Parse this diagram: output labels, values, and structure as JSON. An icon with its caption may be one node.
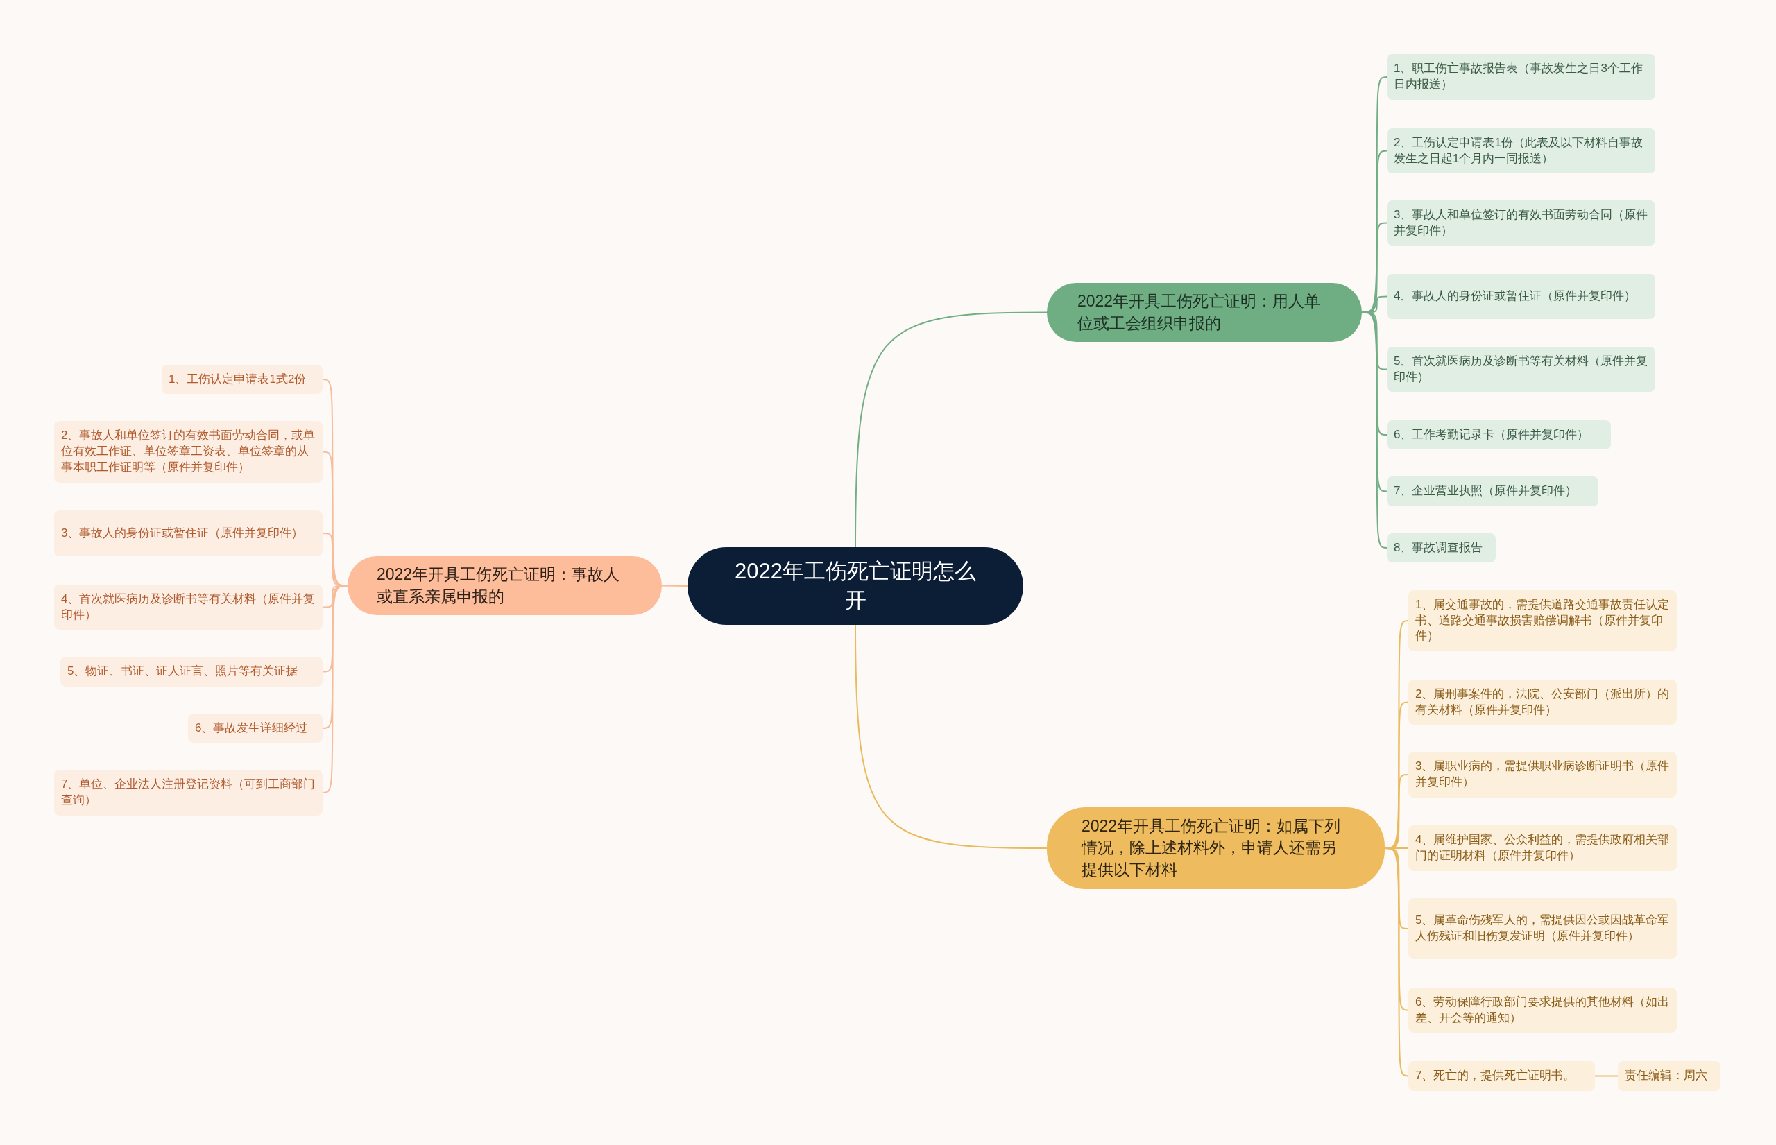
{
  "diagram": {
    "nodes": [
      {
        "text": [
          "2022年工伤死亡证明怎么开"
        ]
      },
      {
        "text": [
          "2022年开具工伤死亡证明：用人单位或工会组织申报的"
        ]
      },
      {
        "text": [
          "1、职工伤亡事故报告表（事故发生之日3个工作日内报送）"
        ]
      },
      {
        "text": [
          "2、工伤认定申请表1份（此表及以下材料自事故发生之日起1个月内一同报送）"
        ]
      },
      {
        "text": [
          "3、事故人和单位签订的有效书面劳动合同（原件并复印件）"
        ]
      },
      {
        "text": [
          "4、事故人的身份证或暂住证（原件并复印件）"
        ]
      },
      {
        "text": [
          "5、首次就医病历及诊断书等有关材料（原件并复印件）"
        ]
      },
      {
        "text": [
          "6、工作考勤记录卡（原件并复印件）"
        ]
      },
      {
        "text": [
          "7、企业营业执照（原件并复印件）"
        ]
      },
      {
        "text": [
          "8、事故调查报告"
        ]
      },
      {
        "text": [
          "2022年开具工伤死亡证明：如属下列情况，除上述材料外，申请人还需另提供以下材料"
        ]
      },
      {
        "text": [
          "1、属交通事故的，需提供道路交通事故责任认定书、道路交通事故损害赔偿调解书（原件并复印件）"
        ]
      },
      {
        "text": [
          "2、属刑事案件的，法院、公安部门（派出所）的有关材料（原件并复印件）"
        ]
      },
      {
        "text": [
          "3、属职业病的，需提供职业病诊断证明书（原件并复印件）"
        ]
      },
      {
        "text": [
          "4、属维护国家、公众利益的，需提供政府相关部门的证明材料（原件并复印件）"
        ]
      },
      {
        "text": [
          "5、属革命伤残军人的，需提供因公或因战革命军人伤残证和旧伤复发证明（原件并复印件）"
        ]
      },
      {
        "text": [
          "6、劳动保障行政部门要求提供的其他材料（如出差、开会等的通知）"
        ]
      },
      {
        "text": [
          "7、死亡的，提供死亡证明书。"
        ]
      },
      {
        "text": [
          "责任编辑：周六"
        ]
      },
      {
        "text": [
          "2022年开具工伤死亡证明：事故人或直系亲属申报的"
        ]
      },
      {
        "text": [
          "1、工伤认定申请表1式2份"
        ]
      },
      {
        "text": [
          "2、事故人和单位签订的有效书面劳动合同，或单位有效工作证、单位签章工资表、单位签章的从事本职工作证明等（原件并复印件）"
        ]
      },
      {
        "text": [
          "3、事故人的身份证或暂住证（原件并复印件）"
        ]
      },
      {
        "text": [
          "4、首次就医病历及诊断书等有关材料（原件并复印件）"
        ]
      },
      {
        "text": [
          "5、物证、书证、证人证言、照片等有关证据"
        ]
      },
      {
        "text": [
          "6、事故发生详细经过"
        ]
      },
      {
        "text": [
          "7、单位、企业法人注册登记资料（可到工商部门查询）"
        ]
      }
    ],
    "edges": [
      {
        "from": 0,
        "to": 1,
        "arrow": "none",
        "color": "#72ae85"
      },
      {
        "from": 1,
        "to": 2,
        "arrow": "none",
        "color": "#72ae85"
      },
      {
        "from": 1,
        "to": 3,
        "arrow": "none",
        "color": "#72ae85"
      },
      {
        "from": 1,
        "to": 4,
        "arrow": "none",
        "color": "#72ae85"
      },
      {
        "from": 1,
        "to": 5,
        "arrow": "none",
        "color": "#72ae85"
      },
      {
        "from": 1,
        "to": 6,
        "arrow": "none",
        "color": "#72ae85"
      },
      {
        "from": 1,
        "to": 7,
        "arrow": "none",
        "color": "#72ae85"
      },
      {
        "from": 1,
        "to": 8,
        "arrow": "none",
        "color": "#72ae85"
      },
      {
        "from": 1,
        "to": 9,
        "arrow": "none",
        "color": "#72ae85"
      },
      {
        "from": 0,
        "to": 10,
        "arrow": "none",
        "color": "#e9bb5e"
      },
      {
        "from": 10,
        "to": 11,
        "arrow": "none",
        "color": "#e9bb5e"
      },
      {
        "from": 10,
        "to": 12,
        "arrow": "none",
        "color": "#e9bb5e"
      },
      {
        "from": 10,
        "to": 13,
        "arrow": "none",
        "color": "#e9bb5e"
      },
      {
        "from": 10,
        "to": 14,
        "arrow": "none",
        "color": "#e9bb5e"
      },
      {
        "from": 10,
        "to": 15,
        "arrow": "none",
        "color": "#e9bb5e"
      },
      {
        "from": 10,
        "to": 16,
        "arrow": "none",
        "color": "#e9bb5e"
      },
      {
        "from": 10,
        "to": 17,
        "arrow": "none",
        "color": "#e9bb5e"
      },
      {
        "from": 17,
        "to": 18,
        "arrow": "none",
        "color": "#e9bb5e"
      },
      {
        "from": 0,
        "to": 19,
        "arrow": "none",
        "color": "#f7bc9a"
      },
      {
        "from": 19,
        "to": 20,
        "arrow": "none",
        "color": "#f7bc9a"
      },
      {
        "from": 19,
        "to": 21,
        "arrow": "none",
        "color": "#f7bc9a"
      },
      {
        "from": 19,
        "to": 22,
        "arrow": "none",
        "color": "#f7bc9a"
      },
      {
        "from": 19,
        "to": 23,
        "arrow": "none",
        "color": "#f7bc9a"
      },
      {
        "from": 19,
        "to": 24,
        "arrow": "none",
        "color": "#f7bc9a"
      },
      {
        "from": 19,
        "to": 25,
        "arrow": "none",
        "color": "#f7bc9a"
      },
      {
        "from": 19,
        "to": 26,
        "arrow": "none",
        "color": "#f7bc9a"
      }
    ]
  }
}
